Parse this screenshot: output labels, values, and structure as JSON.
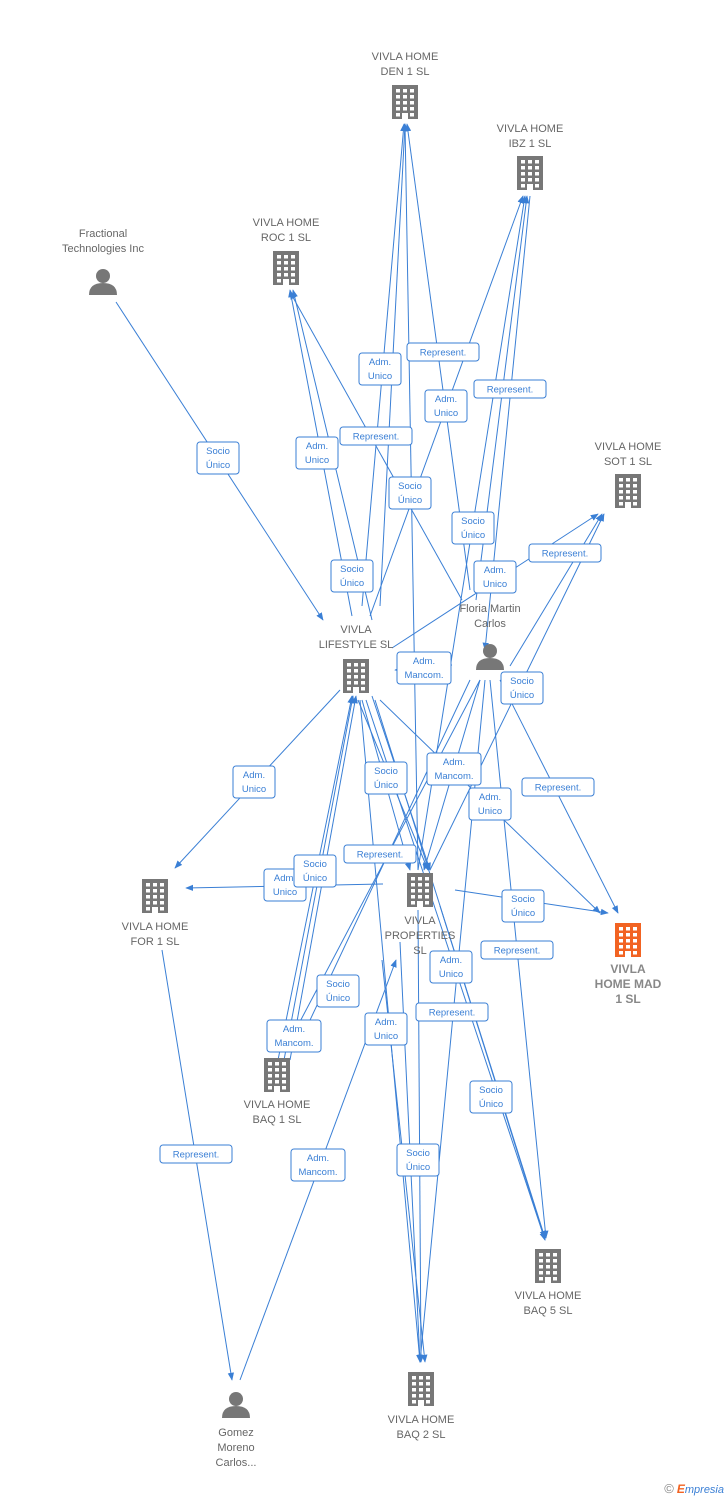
{
  "nodes": {
    "den1": {
      "lines": [
        "VIVLA HOME",
        "DEN 1  SL"
      ],
      "kind": "company"
    },
    "ibz1": {
      "lines": [
        "VIVLA HOME",
        "IBZ 1  SL"
      ],
      "kind": "company"
    },
    "frac": {
      "lines": [
        "Fractional",
        "Technologies Inc"
      ],
      "kind": "person"
    },
    "roc1": {
      "lines": [
        "VIVLA HOME",
        "ROC 1  SL"
      ],
      "kind": "company"
    },
    "sot1": {
      "lines": [
        "VIVLA HOME",
        "SOT 1  SL"
      ],
      "kind": "company"
    },
    "floria": {
      "lines": [
        "Floria Martin",
        "Carlos"
      ],
      "kind": "person"
    },
    "life": {
      "lines": [
        "VIVLA",
        "LIFESTYLE  SL"
      ],
      "kind": "company"
    },
    "for1": {
      "lines": [
        "VIVLA HOME",
        "FOR 1  SL"
      ],
      "kind": "company"
    },
    "prop": {
      "lines": [
        "VIVLA",
        "PROPERTIES",
        "SL"
      ],
      "kind": "company"
    },
    "mad1": {
      "lines": [
        "VIVLA",
        "HOME MAD",
        "1  SL"
      ],
      "kind": "focus"
    },
    "baq1": {
      "lines": [
        "VIVLA HOME",
        "BAQ 1  SL"
      ],
      "kind": "company"
    },
    "baq5": {
      "lines": [
        "VIVLA HOME",
        "BAQ 5  SL"
      ],
      "kind": "company"
    },
    "gomez": {
      "lines": [
        "Gomez",
        "Moreno",
        "Carlos..."
      ],
      "kind": "person"
    },
    "baq2": {
      "lines": [
        "VIVLA HOME",
        "BAQ 2  SL"
      ],
      "kind": "company"
    }
  },
  "edge_labels": [
    {
      "id": "l1",
      "lines": [
        "Adm.",
        "Unico"
      ]
    },
    {
      "id": "l2",
      "lines": [
        "Represent."
      ]
    },
    {
      "id": "l3",
      "lines": [
        "Represent."
      ]
    },
    {
      "id": "l4",
      "lines": [
        "Adm.",
        "Unico"
      ]
    },
    {
      "id": "l5",
      "lines": [
        "Socio",
        "Único"
      ]
    },
    {
      "id": "l6",
      "lines": [
        "Adm.",
        "Unico"
      ]
    },
    {
      "id": "l7",
      "lines": [
        "Represent."
      ]
    },
    {
      "id": "l8",
      "lines": [
        "Socio",
        "Único"
      ]
    },
    {
      "id": "l9",
      "lines": [
        "Socio",
        "Único"
      ]
    },
    {
      "id": "l10",
      "lines": [
        "Represent."
      ]
    },
    {
      "id": "l11",
      "lines": [
        "Adm.",
        "Unico"
      ]
    },
    {
      "id": "l12",
      "lines": [
        "Socio",
        "Único"
      ]
    },
    {
      "id": "l13",
      "lines": [
        "Adm.",
        "Mancom."
      ]
    },
    {
      "id": "l14",
      "lines": [
        "Socio",
        "Único"
      ]
    },
    {
      "id": "l15",
      "lines": [
        "Adm.",
        "Unico"
      ]
    },
    {
      "id": "l16",
      "lines": [
        "Socio",
        "Único"
      ]
    },
    {
      "id": "l17",
      "lines": [
        "Adm.",
        "Mancom."
      ]
    },
    {
      "id": "l18",
      "lines": [
        "Adm.",
        "Unico"
      ]
    },
    {
      "id": "l19",
      "lines": [
        "Represent."
      ]
    },
    {
      "id": "l20",
      "lines": [
        "Represent."
      ]
    },
    {
      "id": "l21",
      "lines": [
        "Socio",
        "Único"
      ]
    },
    {
      "id": "l22",
      "lines": [
        "Adm.",
        "Unico"
      ]
    },
    {
      "id": "l23",
      "lines": [
        "Socio",
        "Único"
      ]
    },
    {
      "id": "l24",
      "lines": [
        "Represent."
      ]
    },
    {
      "id": "l25",
      "lines": [
        "Adm.",
        "Unico"
      ]
    },
    {
      "id": "l26",
      "lines": [
        "Socio",
        "Único"
      ]
    },
    {
      "id": "l27",
      "lines": [
        "Represent."
      ]
    },
    {
      "id": "l28",
      "lines": [
        "Adm.",
        "Mancom."
      ]
    },
    {
      "id": "l29",
      "lines": [
        "Adm.",
        "Unico"
      ]
    },
    {
      "id": "l30",
      "lines": [
        "Socio",
        "Único"
      ]
    },
    {
      "id": "l31",
      "lines": [
        "Represent."
      ]
    },
    {
      "id": "l32",
      "lines": [
        "Adm.",
        "Mancom."
      ]
    },
    {
      "id": "l33",
      "lines": [
        "Socio",
        "Único"
      ]
    }
  ],
  "colors": {
    "edge": "#3a7fd5",
    "node": "#777777",
    "focus": "#f26322"
  },
  "brand": {
    "copyright": "©",
    "initial": "E",
    "rest": "mpresia"
  }
}
